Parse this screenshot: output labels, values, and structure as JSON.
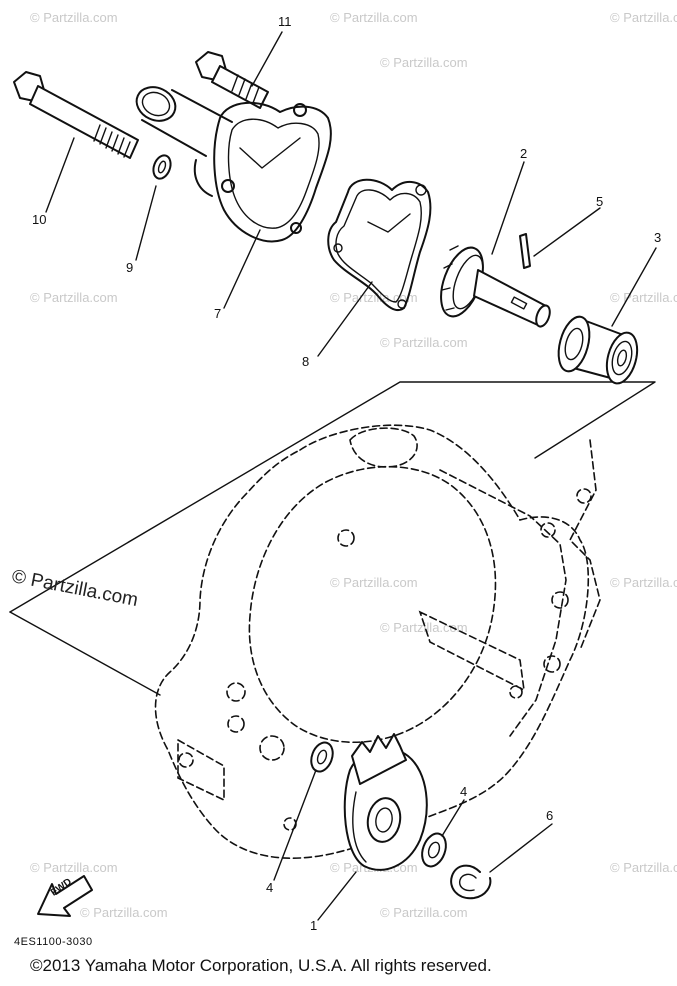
{
  "watermark_text": "© Partzilla.com",
  "corner_watermark": "© Partzilla.com",
  "diagram_code": "4ES1100-3030",
  "copyright": "©2013 Yamaha Motor Corporation, U.S.A. All rights reserved.",
  "fwd_label": "FWD",
  "callouts": {
    "c1": "1",
    "c2": "2",
    "c3": "3",
    "c4a": "4",
    "c4b": "4",
    "c5": "5",
    "c6": "6",
    "c7": "7",
    "c8": "8",
    "c9": "9",
    "c10": "10",
    "c11": "11"
  }
}
